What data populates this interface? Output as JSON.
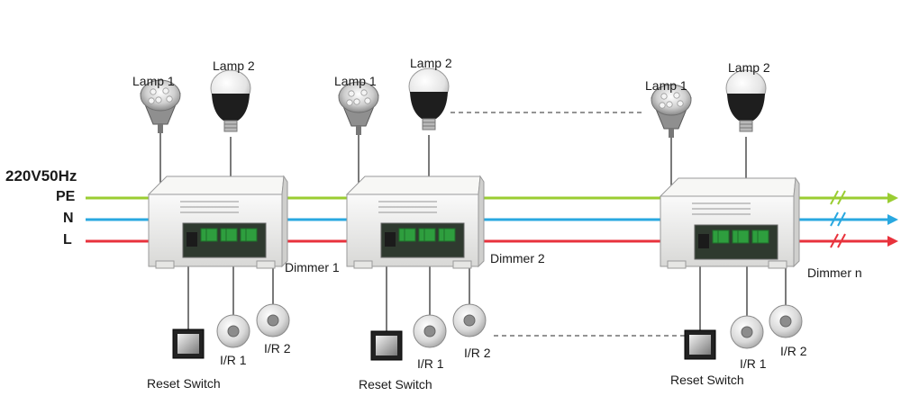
{
  "supply": {
    "label": "220V50Hz"
  },
  "lines": [
    {
      "label": "PE",
      "color": "#9acd32"
    },
    {
      "label": "N",
      "color": "#29a8e0"
    },
    {
      "label": "L",
      "color": "#e8323c"
    }
  ],
  "units": [
    {
      "dimmer": "Dimmer 1",
      "lamp1": "Lamp 1",
      "lamp2": "Lamp 2",
      "reset": "Reset Switch",
      "ir1": "I/R 1",
      "ir2": "I/R 2"
    },
    {
      "dimmer": "Dimmer 2",
      "lamp1": "Lamp 1",
      "lamp2": "Lamp 2",
      "reset": "Reset Switch",
      "ir1": "I/R 1",
      "ir2": "I/R 2"
    },
    {
      "dimmer": "Dimmer n",
      "lamp1": "Lamp 1",
      "lamp2": "Lamp 2",
      "reset": "Reset Switch",
      "ir1": "I/R 1",
      "ir2": "I/R 2"
    }
  ],
  "colors": {
    "connector": "#2e9e3e",
    "module_body": "#eeeeec",
    "wire": "#333333",
    "dashed": "#555555"
  }
}
